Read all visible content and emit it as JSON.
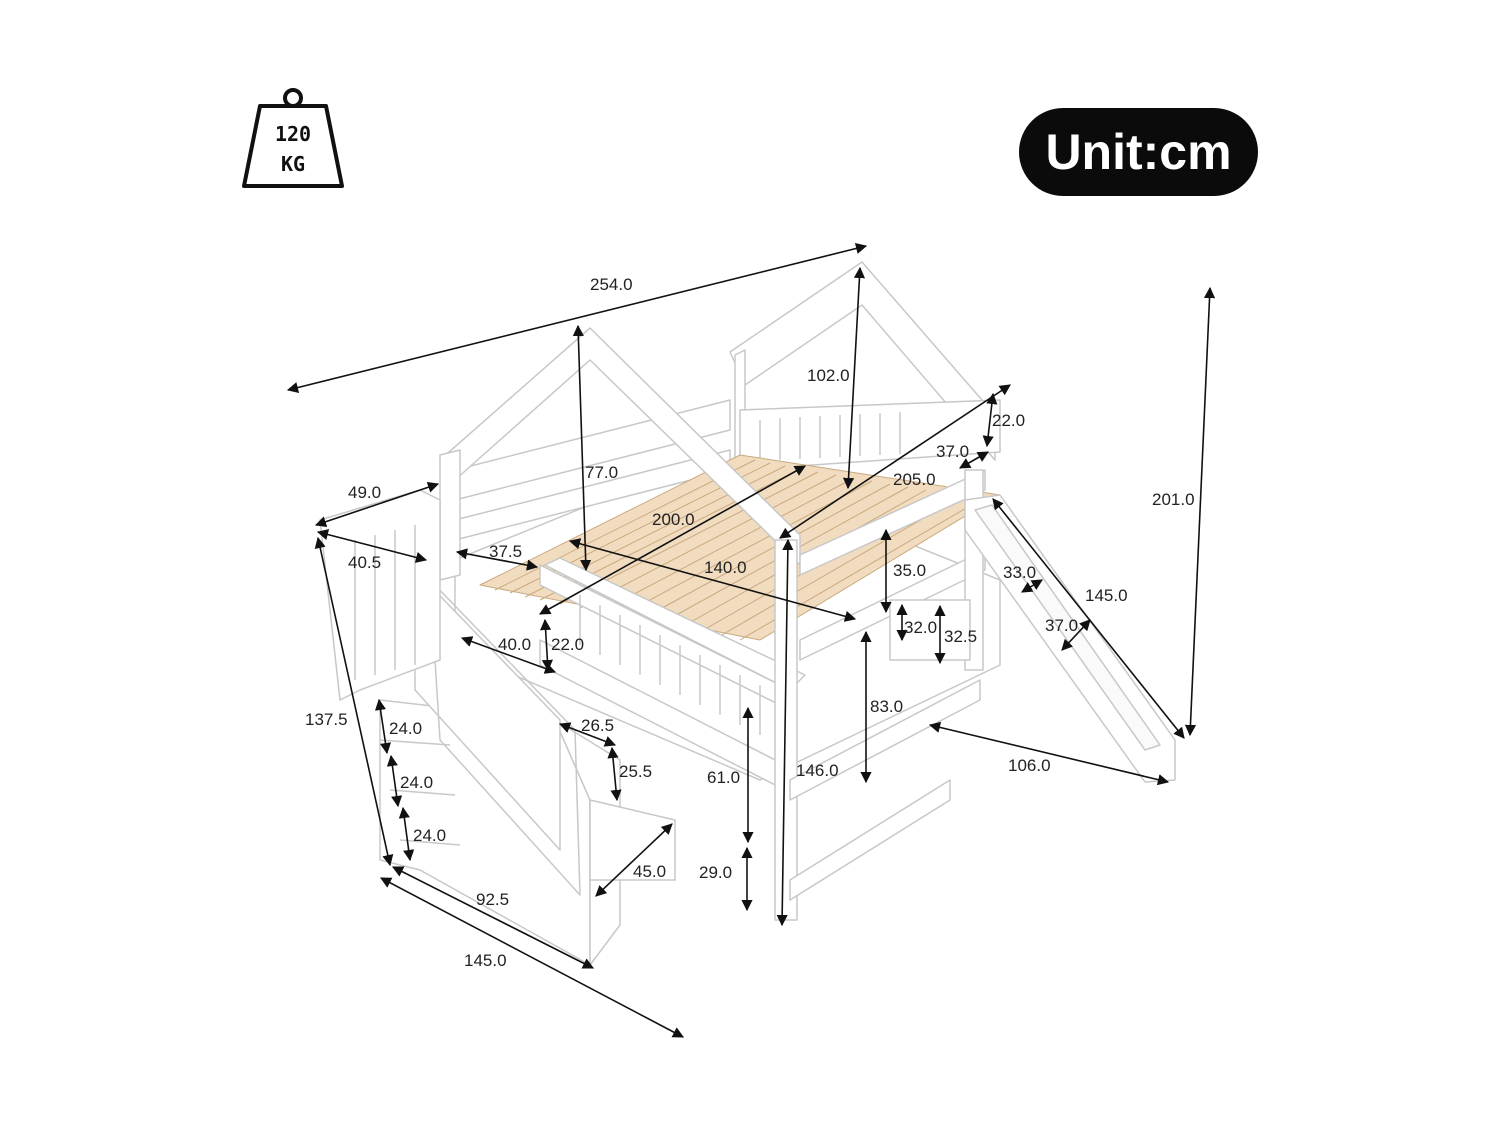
{
  "weight": {
    "value": "120",
    "unit": "KG"
  },
  "unit_badge": "Unit:cm",
  "colors": {
    "frame": "#ffffff",
    "outline": "#c8c8c8",
    "slats": "#f1dcbf",
    "slat_line": "#c9a97f",
    "badge": "#0b0b0b"
  },
  "dimensions": {
    "total_length": "254.0",
    "roof_height": "102.0",
    "total_height": "201.0",
    "headboard_rail": "22.0",
    "headboard_depth": "37.0",
    "bed_length": "205.0",
    "stair_depth_top": "49.0",
    "roof_inner_height": "77.0",
    "mattress_length": "200.0",
    "stair_top_width": "40.5",
    "stair_gap": "37.5",
    "mattress_width": "140.0",
    "guard_height": "35.0",
    "slide_top": "33.0",
    "slide_length": "145.0",
    "slide_width": "37.0",
    "lower_guard": "32.0",
    "lower_guard_2": "32.5",
    "stair_landing": "40.0",
    "front_rail": "22.0",
    "stair_height": "137.5",
    "step_1": "24.0",
    "step_2": "24.0",
    "step_3": "24.0",
    "step_depth": "26.5",
    "step_height": "25.5",
    "under_clearance": "61.0",
    "post_height": "146.0",
    "side_height": "83.0",
    "slide_base": "106.0",
    "drawer_width": "45.0",
    "drawer_height": "29.0",
    "stair_base": "92.5",
    "total_width": "145.0"
  }
}
